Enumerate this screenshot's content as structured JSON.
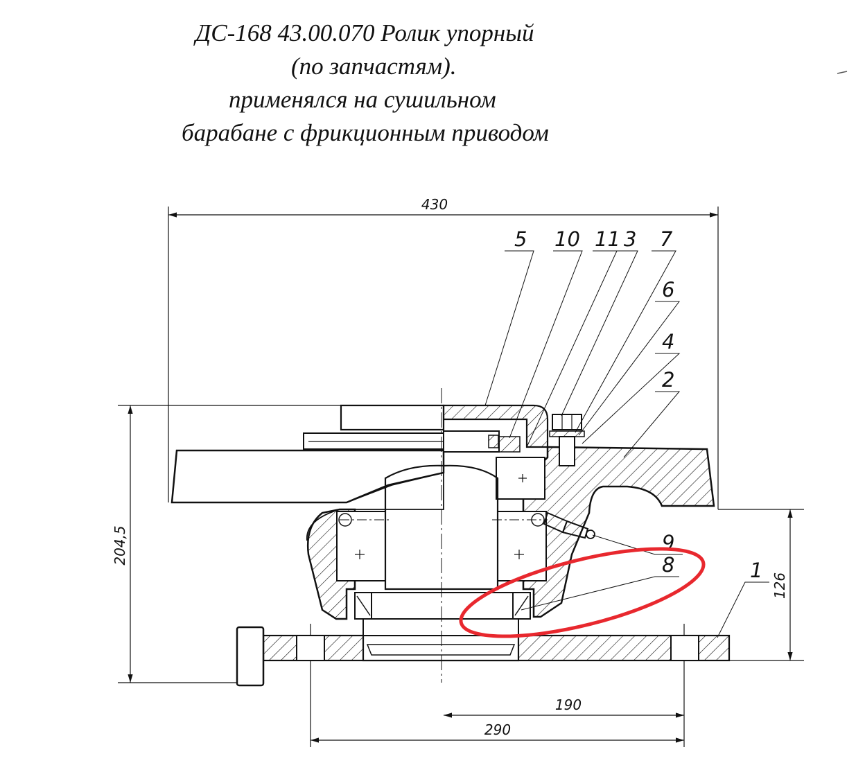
{
  "title": {
    "line1": "ДС-168 43.00.070 Ролик упорный",
    "line2": "(по запчастям).",
    "line3": "применялся на сушильном",
    "line4": "барабане с фрикционным приводом"
  },
  "dimensions": {
    "overall_width": "430",
    "overall_height": "204,5",
    "right_height": "126",
    "bolt_span_half": "190",
    "bolt_span": "290"
  },
  "part_numbers": [
    "5",
    "10",
    "11",
    "3",
    "7",
    "6",
    "4",
    "2",
    "9",
    "8",
    "1"
  ],
  "highlight_color": "#e8282e"
}
